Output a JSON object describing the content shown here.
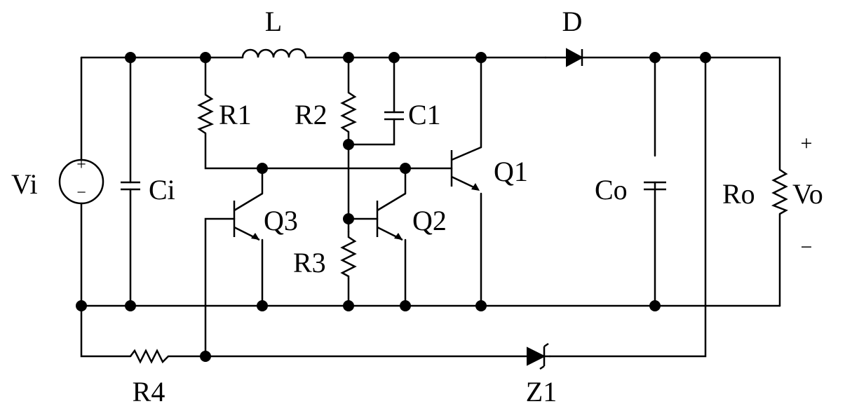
{
  "labels": {
    "L": "L",
    "D": "D",
    "R1": "R1",
    "R2": "R2",
    "C1": "C1",
    "Vi": "Vi",
    "Ci": "Ci",
    "Q1": "Q1",
    "Q2": "Q2",
    "Q3": "Q3",
    "R3": "R3",
    "Co": "Co",
    "Ro": "Ro",
    "Vo": "Vo",
    "R4": "R4",
    "Z1": "Z1",
    "vo_plus": "+",
    "vo_minus": "−",
    "vi_plus": "+",
    "vi_minus": "−"
  }
}
